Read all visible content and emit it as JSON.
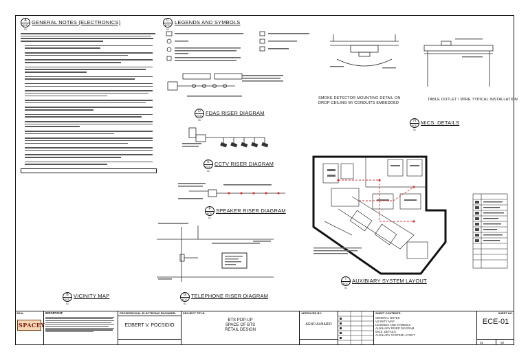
{
  "sections": {
    "general_notes": {
      "badge": "A",
      "sheet": "ECE-01",
      "title": "GENERAL NOTES (ELECTRONICS)"
    },
    "legends": {
      "badge": "C",
      "sheet": "ECE-01",
      "title": "LEGENDS AND SYMBOLS"
    },
    "fdas": {
      "badge": "D",
      "sheet": "ECE-01",
      "title": "FDAS RISER DIAGRAM"
    },
    "cctv": {
      "badge": "E",
      "sheet": "ECE-01",
      "title": "CCTV RISER DIAGRAM"
    },
    "speaker": {
      "badge": "F",
      "sheet": "ECE-01",
      "title": "SPEAKER RISER DIAGRAM"
    },
    "telephone": {
      "badge": "G",
      "sheet": "ECE-01",
      "title": "TELEPHONE RISER DIAGRAM"
    },
    "vicinity": {
      "badge": "B",
      "sheet": "ECE-01",
      "title": "VICINITY MAP"
    },
    "mics": {
      "badge": "H",
      "sheet": "ECE-01",
      "title": "MICS. DETAILS"
    },
    "auxiliary": {
      "badge": "I",
      "sheet": "ECE-01",
      "title": "AUXIBIARY SYSTEM LAYOUT"
    }
  },
  "details": {
    "smoke_detector": "SMOKE DETECTOR MOUNTING DETAIL ON DROP CEILING W/ CONDUITS EMBEDDED",
    "table_outlet": "TABLE OUTLET / WIRE TYPICAL INSTALLATION"
  },
  "title_block": {
    "seal_label": "SEAL",
    "logo_text": "SPACEY",
    "important_label": "IMPORTANT:",
    "engineer_label": "PROFESSIONAL ELECTRONIC ENGINEER:",
    "engineer_name": "EDBERT V. POCSIDIO",
    "project_title_label": "PROJECT TITLE:",
    "project_line1": "BTS POP-UP",
    "project_line2": "SPACE OF BTS",
    "project_line3": "RETAIL DESIGN",
    "approved_label": "APPROVED BY:",
    "approver_name": "AGNO ALMARIO",
    "sheet_contents_label": "SHEET CONTENTS:",
    "sheet_contents": [
      "GENERAL NOTES",
      "VICINITY MAP",
      "LEGENDS AND SYMBOLS",
      "AUXILIARY RISER DIAGRAM",
      "MICS. DETAILS",
      "AUXILIARY SYSTEM LAYOUT"
    ],
    "sheet_no_label": "SHEET NO.",
    "sheet_no": "ECE-01",
    "sheet_index": "01",
    "sheet_total": "00"
  }
}
